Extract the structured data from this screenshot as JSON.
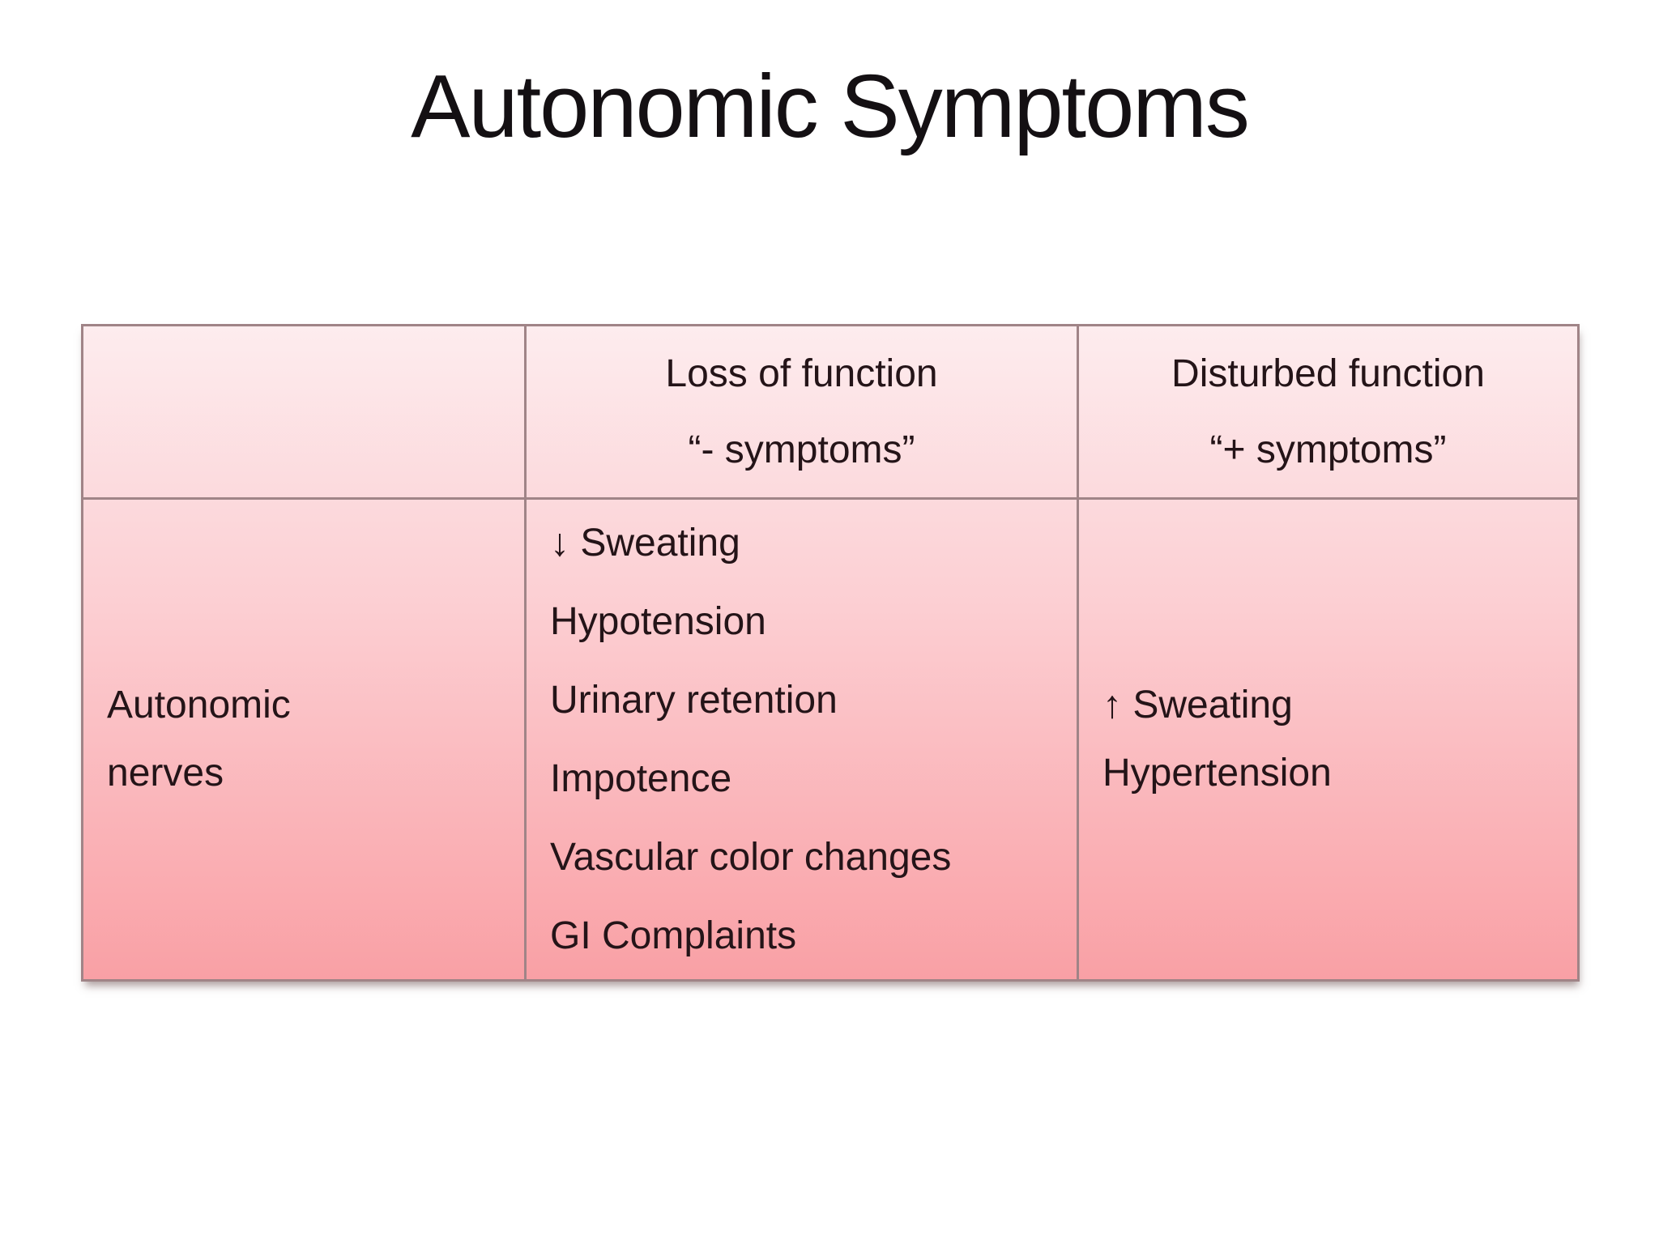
{
  "theme": {
    "background": "#ffffff",
    "table_gradient_top": "#fdecee",
    "table_gradient_mid": "#fccfd3",
    "table_gradient_bottom": "#f9a0a5",
    "table_border": "#a08487",
    "text_color": "#241418",
    "title_color": "#141013"
  },
  "title": "Autonomic Symptoms",
  "table": {
    "header": {
      "empty": "",
      "loss": {
        "line1": "Loss of function",
        "line2": "“- symptoms”"
      },
      "disturbed": {
        "line1": "Disturbed function",
        "line2": "“+ symptoms”"
      }
    },
    "row": {
      "label": {
        "line1": "Autonomic",
        "line2": "nerves"
      },
      "loss_items": [
        "↓ Sweating",
        "Hypotension",
        "Urinary retention",
        "Impotence",
        "Vascular color changes",
        "GI Complaints"
      ],
      "disturbed_items": [
        "↑ Sweating",
        "Hypertension"
      ]
    }
  }
}
